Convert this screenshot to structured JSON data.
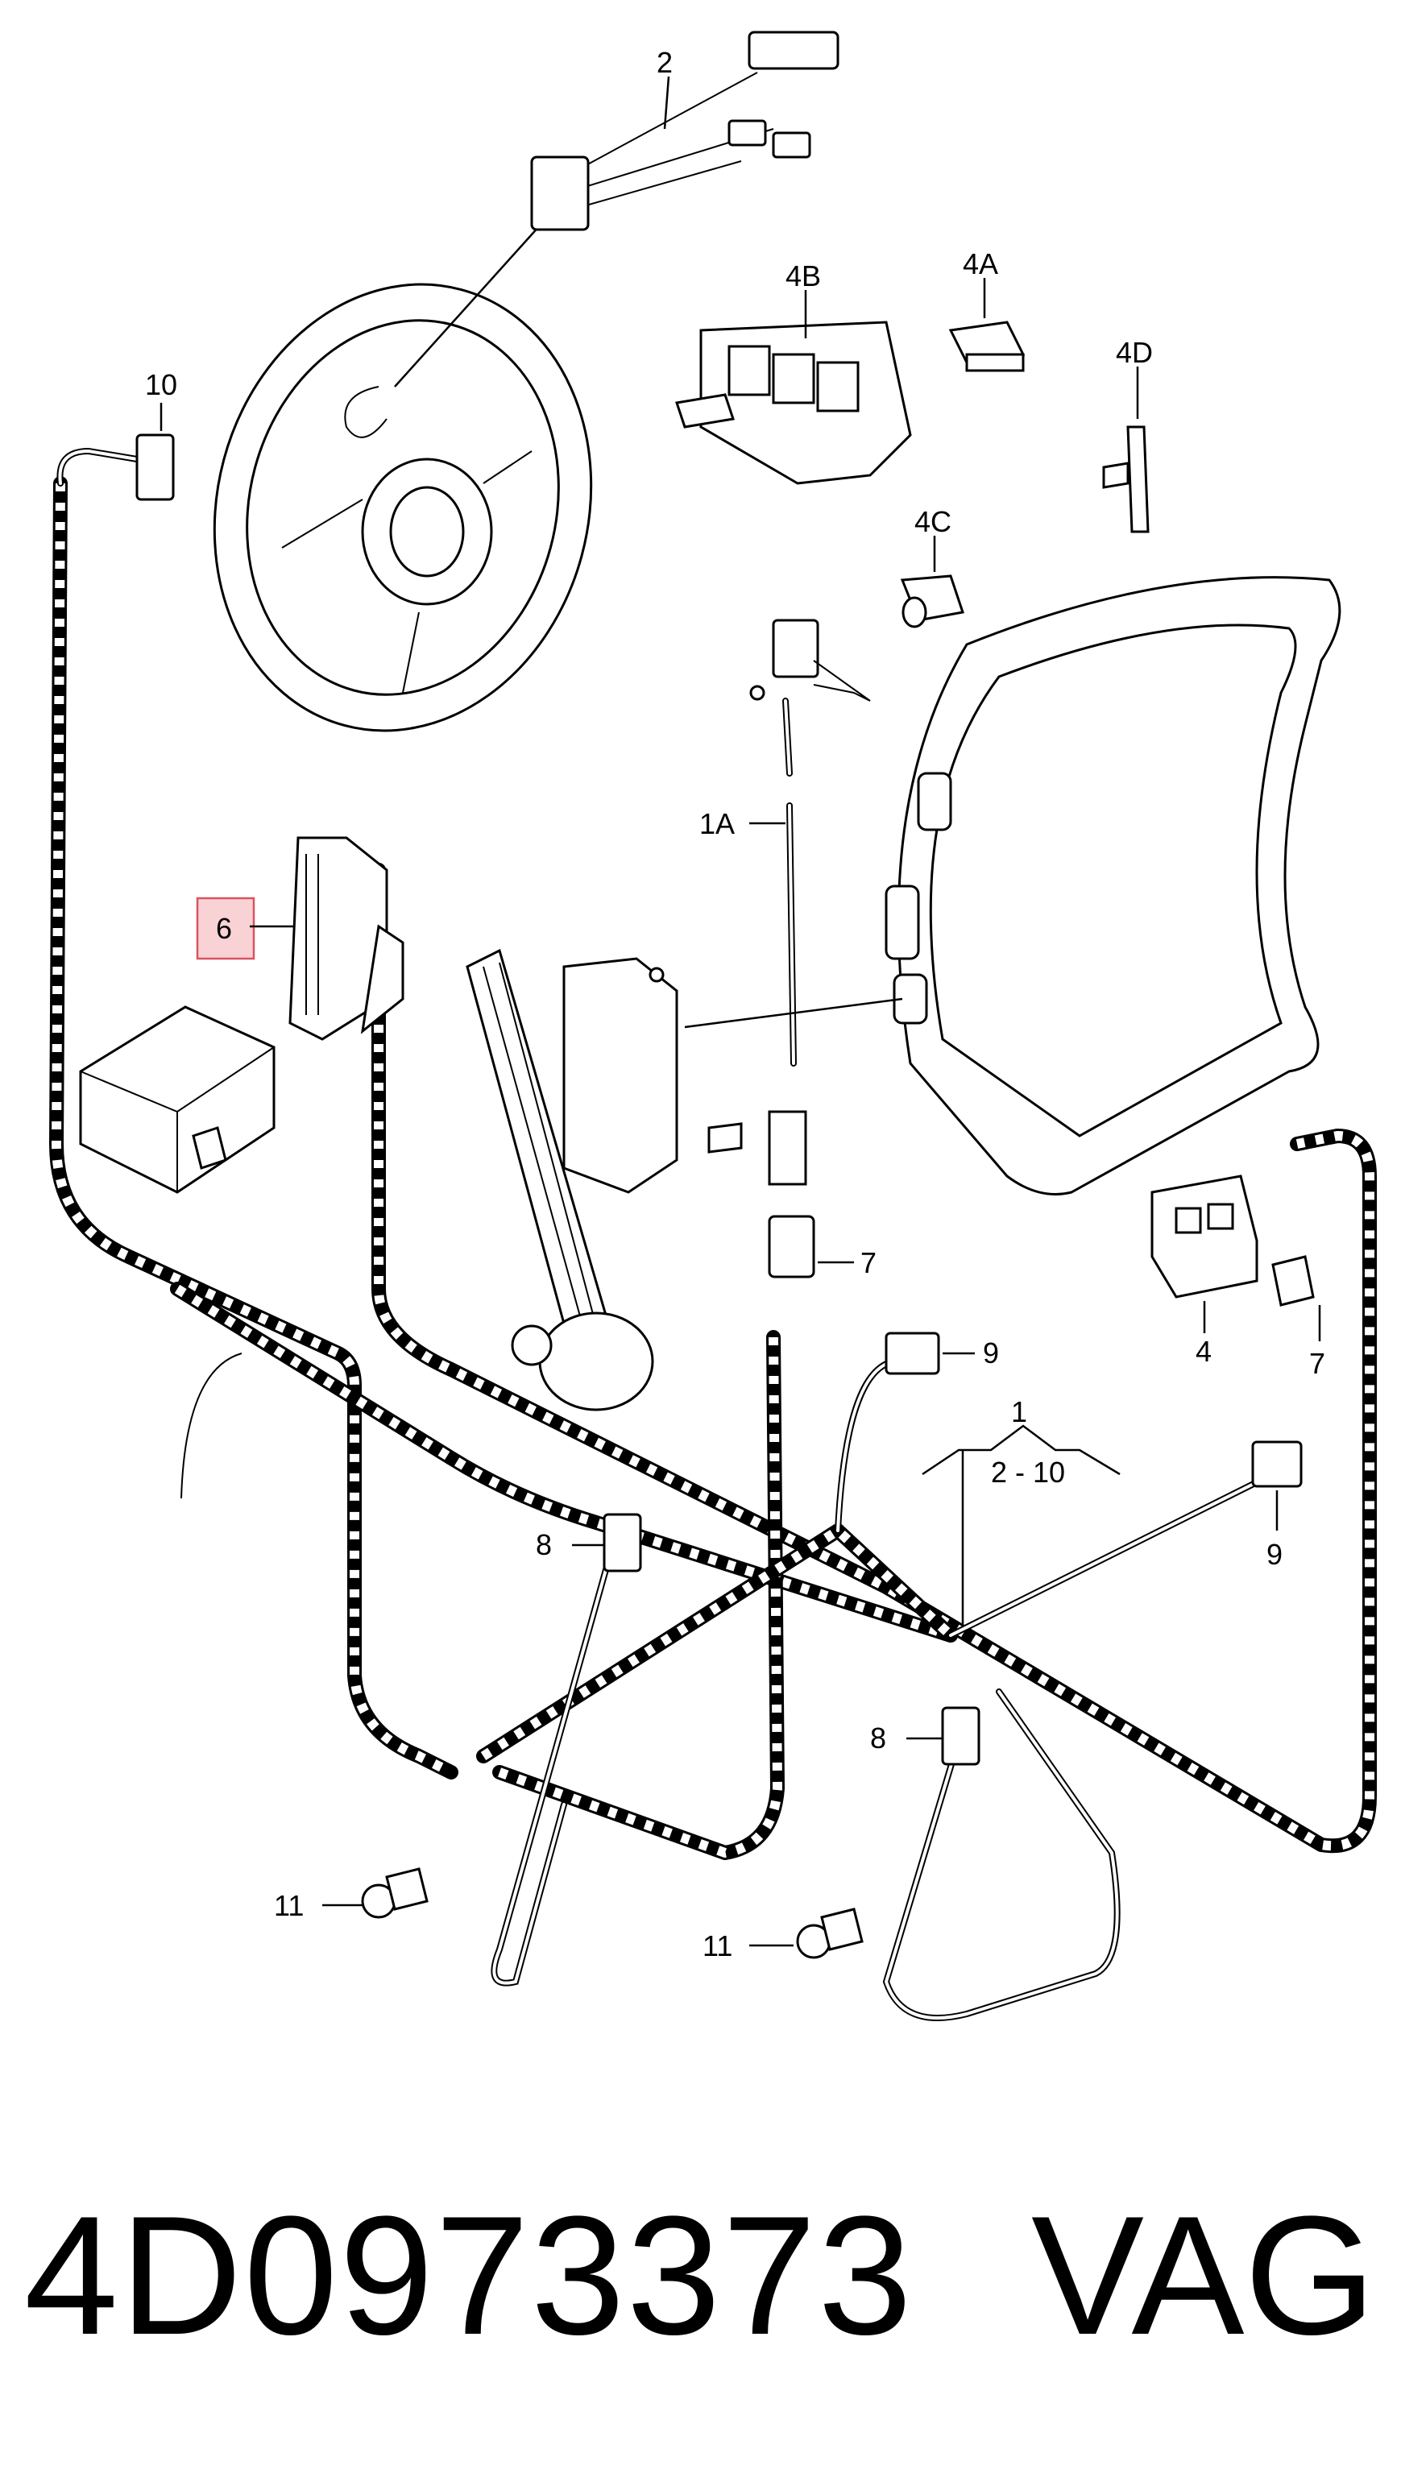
{
  "callouts": {
    "c1": "1",
    "c1_range": "2 - 10",
    "c1a": "1A",
    "c2": "2",
    "c4": "4",
    "c4a": "4A",
    "c4b": "4B",
    "c4c": "4C",
    "c4d": "4D",
    "c6": "6",
    "c7a": "7",
    "c7b": "7",
    "c8a": "8",
    "c8b": "8",
    "c9a": "9",
    "c9b": "9",
    "c10": "10",
    "c11a": "11",
    "c11b": "11"
  },
  "footer": {
    "part_number": "4D0973373",
    "brand": "VAG"
  },
  "highlight_color": "#d9535f"
}
